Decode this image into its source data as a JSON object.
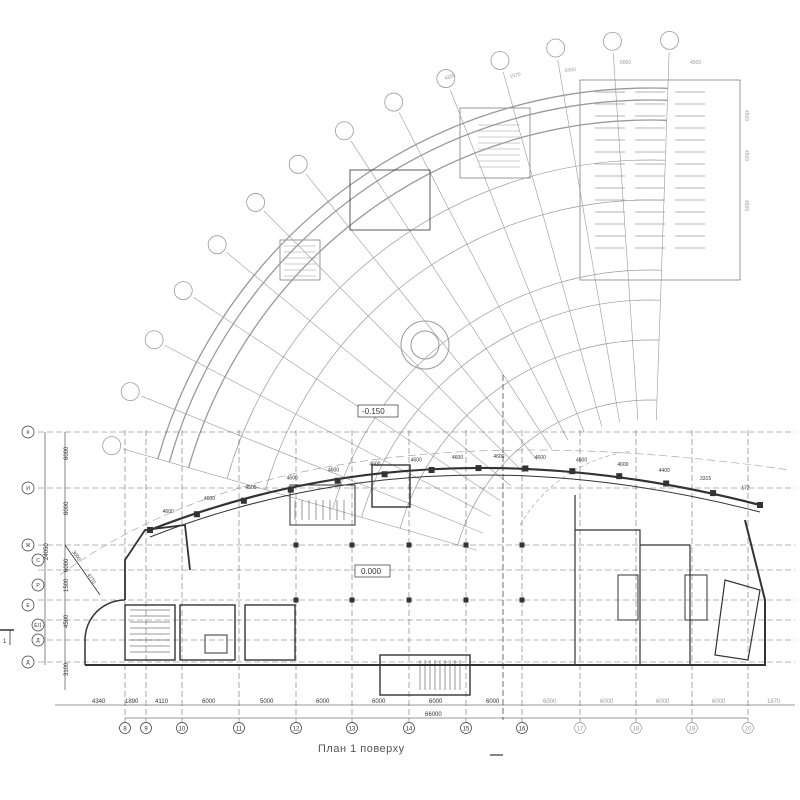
{
  "title": "План 1 поверху",
  "levels": {
    "upper": "-0.150",
    "ground": "0.000"
  },
  "bottom_axes": [
    "8",
    "9",
    "10",
    "11",
    "12",
    "13",
    "14",
    "15",
    "16",
    "17",
    "18",
    "19",
    "20"
  ],
  "bottom_dims": [
    "4340",
    "1890",
    "4110",
    "6000",
    "5000",
    "6000",
    "6000",
    "6000",
    "6000",
    "6000",
    "6000",
    "6000",
    "6000",
    "1870"
  ],
  "bottom_total": "66000",
  "left_axes": [
    "К",
    "И",
    "Ж",
    "С",
    "Р",
    "Е",
    "Е/1",
    "Д",
    "Д"
  ],
  "left_dims": [
    "6000",
    "6000",
    "6000",
    "1500",
    "4500",
    "3100"
  ],
  "left_total": "24050",
  "diag_dims": [
    "3000",
    "4770"
  ],
  "arc_dims": [
    "4600",
    "4600",
    "4500",
    "4600",
    "4600",
    "4600",
    "4600",
    "4600",
    "4600",
    "4600",
    "4600",
    "4600",
    "4400",
    "3315",
    "172"
  ],
  "top_dims": [
    "4200",
    "1570",
    "6000",
    "6000",
    "4500",
    "4500",
    "4500",
    "4500"
  ],
  "section_mark": "1",
  "colors": {
    "line": "#333333",
    "light": "#9a9a9a",
    "bg": "#ffffff"
  }
}
